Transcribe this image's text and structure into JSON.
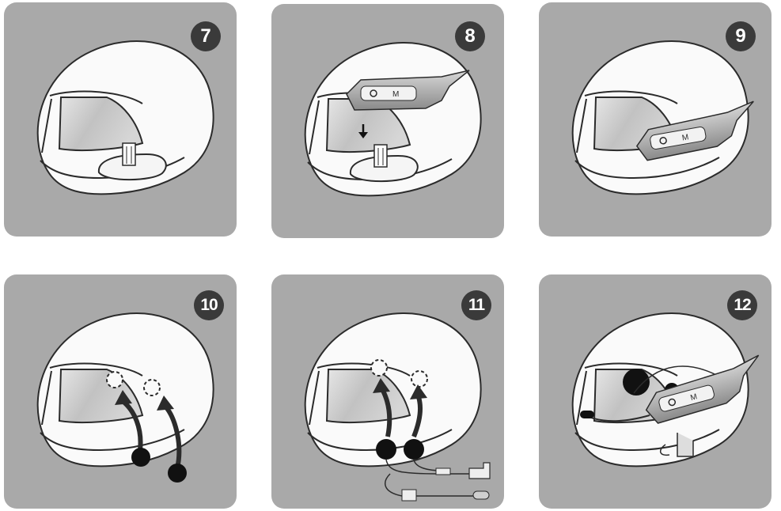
{
  "steps": [
    {
      "number": "7"
    },
    {
      "number": "8"
    },
    {
      "number": "9"
    },
    {
      "number": "10"
    },
    {
      "number": "11"
    },
    {
      "number": "12"
    }
  ],
  "device_buttons": {
    "left": "⏻",
    "right": "M"
  },
  "colors": {
    "panel": "#a9a9a9",
    "helmet": "#fafafa",
    "visor": "#d0d0d0",
    "badge": "#3a3a3a",
    "ink": "#2b2b2b"
  }
}
